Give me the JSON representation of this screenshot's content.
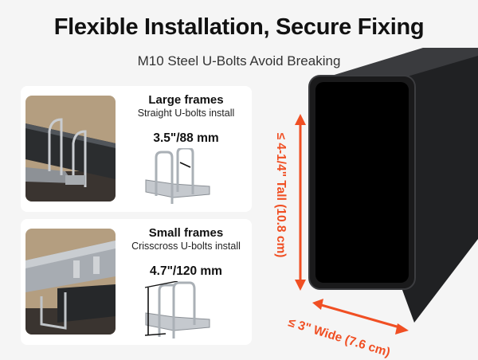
{
  "header": {
    "title": "Flexible Installation, Secure Fixing",
    "subtitle": "M10 Steel U-Bolts Avoid Breaking"
  },
  "cards": [
    {
      "heading": "Large frames",
      "subheading": "Straight U-bolts install",
      "measurement": "3.5\"/88 mm"
    },
    {
      "heading": "Small frames",
      "subheading": "Crisscross U-bolts install",
      "measurement": "4.7\"/120 mm"
    }
  ],
  "tube": {
    "height_label": "≤ 4-1/4\" Tall (10.8 cm)",
    "width_label": "≤ 3\" Wide (7.6 cm)"
  },
  "colors": {
    "accent": "#f04f23",
    "background": "#f5f5f5",
    "card": "#ffffff"
  }
}
